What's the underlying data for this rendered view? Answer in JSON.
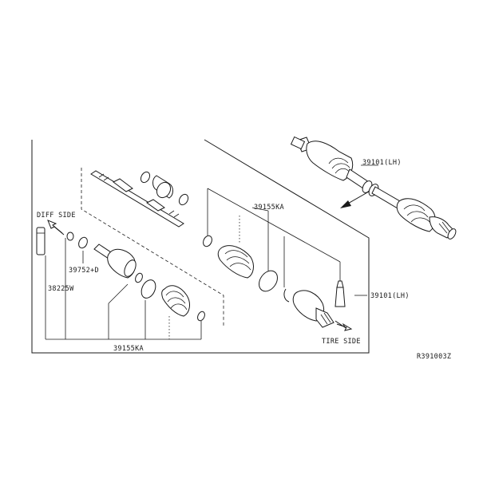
{
  "labels": {
    "diff_side": "DIFF SIDE",
    "tire_side": "TIRE SIDE",
    "part_39101_top": "39101(LH)",
    "part_39101_side": "39101(LH)",
    "part_39155ka_top": "39155KA",
    "part_39155ka_bottom": "39155KA",
    "part_39752d": "39752+D",
    "part_38225w": "38225W",
    "figure_code": "R391003Z"
  }
}
